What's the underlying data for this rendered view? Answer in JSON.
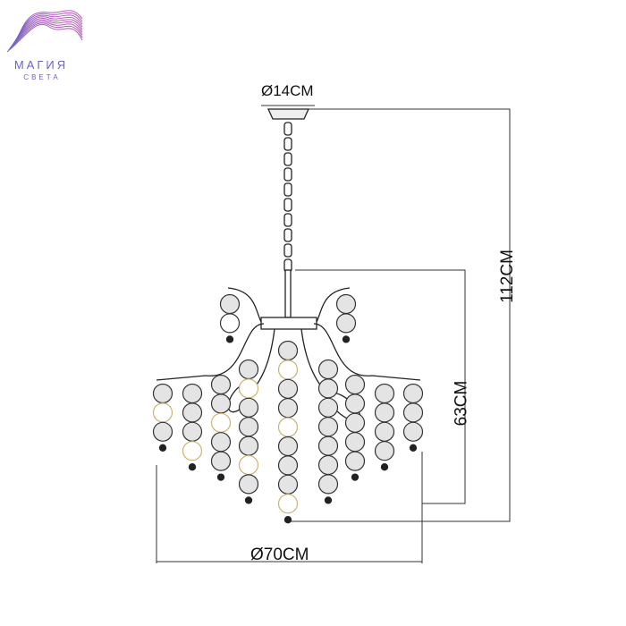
{
  "logo": {
    "name": "МАГИЯ",
    "tagline": "СВЕТА",
    "colors": [
      "#c45db8",
      "#6a64c8"
    ]
  },
  "dimensions": {
    "canopy_diameter": "Ø14CM",
    "total_height": "112CM",
    "body_height": "63CM",
    "diameter": "Ø70CM"
  },
  "colors": {
    "line": "#222222",
    "bead_fill": "#e4e4e4",
    "accent_ring": "#c9b472"
  }
}
